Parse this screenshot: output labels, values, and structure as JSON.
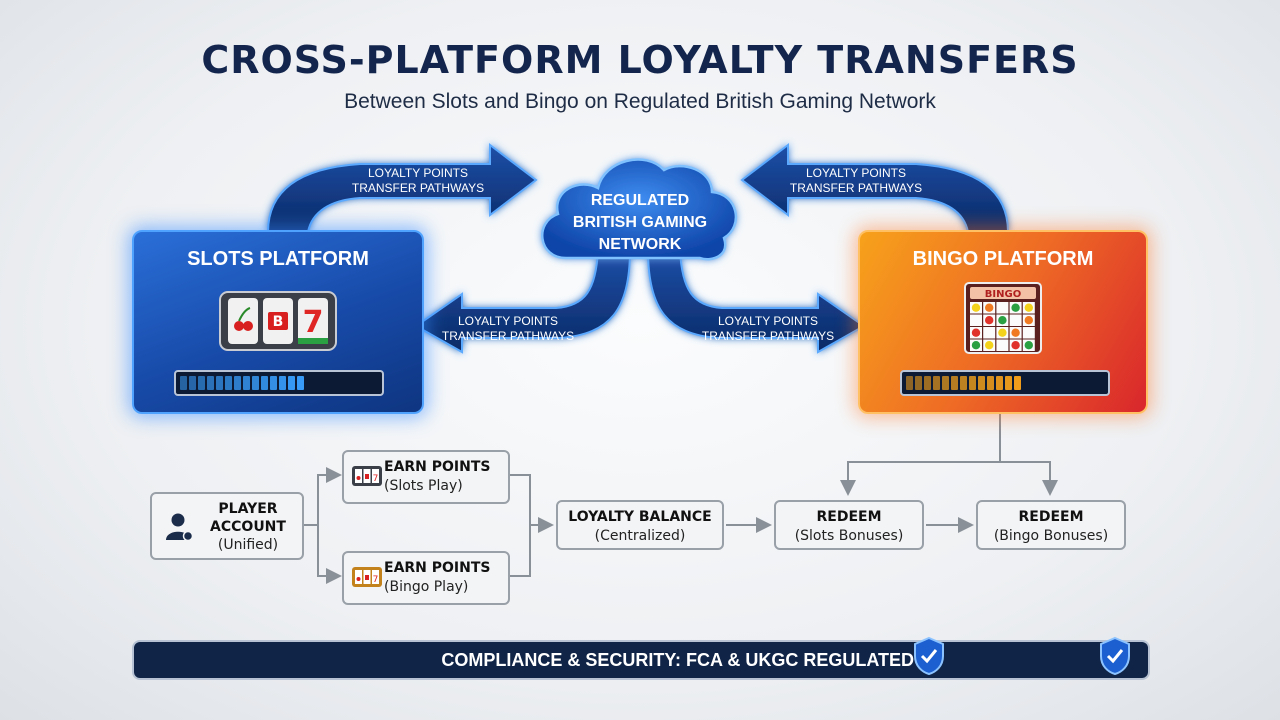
{
  "header": {
    "title": "CROSS-PLATFORM LOYALTY TRANSFERS",
    "subtitle": "Between Slots and Bingo on Regulated British Gaming Network"
  },
  "network": {
    "label_line1": "REGULATED",
    "label_line2": "BRITISH GAMING",
    "label_line3": "NETWORK"
  },
  "platforms": {
    "slots": {
      "title": "SLOTS PLATFORM",
      "progress": 0.62,
      "bar_color": "#3aa0ff"
    },
    "bingo": {
      "title": "BINGO PLATFORM",
      "progress": 0.58,
      "bar_color": "#f7a21b",
      "card_label": "BINGO"
    }
  },
  "pathways": {
    "top_left": {
      "line1": "LOYALTY POINTS",
      "line2": "TRANSFER PATHWAYS"
    },
    "top_right": {
      "line1": "LOYALTY POINTS",
      "line2": "TRANSFER PATHWAYS"
    },
    "bottom_left": {
      "line1": "LOYALTY POINTS",
      "line2": "TRANSFER PATHWAYS"
    },
    "bottom_right": {
      "line1": "LOYALTY POINTS",
      "line2": "TRANSFER PATHWAYS"
    }
  },
  "flow": {
    "player": {
      "line1": "PLAYER",
      "line2": "ACCOUNT",
      "line3": "(Unified)"
    },
    "earn_slots": {
      "title": "EARN POINTS",
      "sub": "(Slots Play)"
    },
    "earn_bingo": {
      "title": "EARN POINTS",
      "sub": "(Bingo Play)"
    },
    "balance": {
      "title": "LOYALTY BALANCE",
      "sub": "(Centralized)"
    },
    "redeem_slots": {
      "title": "REDEEM",
      "sub": "(Slots Bonuses)"
    },
    "redeem_bingo": {
      "title": "REDEEM",
      "sub": "(Bingo Bonuses)"
    }
  },
  "footer": {
    "text": "COMPLIANCE & SECURITY: FCA & UKGC REGULATED"
  },
  "colors": {
    "navy": "#13254d",
    "blue": "#1f5fc9",
    "orange": "#ee6a25",
    "red": "#d9262c"
  },
  "icons": [
    "slot-machine-icon",
    "bingo-card-icon",
    "cloud-icon",
    "user-icon",
    "shield-check-icon"
  ]
}
